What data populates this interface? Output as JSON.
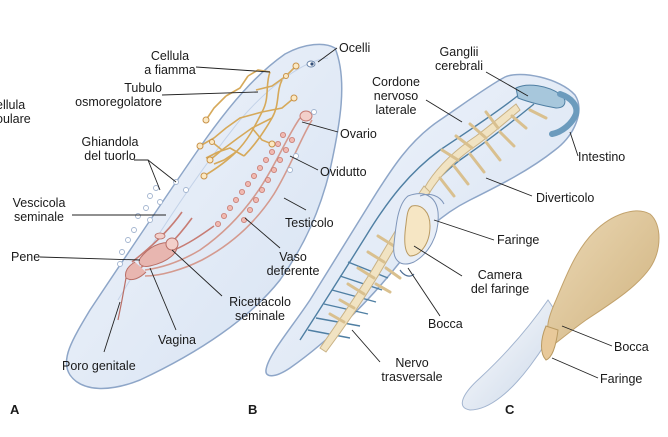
{
  "panel_a": {
    "letter": "A",
    "cut_label_line1": "ellula",
    "cut_label_line2": "oulare",
    "labels": {
      "ocelli": "Ocelli",
      "cellula_line1": "Cellula",
      "cellula_line2": "a fiamma",
      "tubulo_line1": "Tubulo",
      "tubulo_line2": "osmoregolatore",
      "ghiandola_line1": "Ghiandola",
      "ghiandola_line2": "del tuorlo",
      "ovario": "Ovario",
      "ovidutto": "Ovidutto",
      "vescicola_line1": "Vescicola",
      "vescicola_line2": "seminale",
      "testicolo": "Testicolo",
      "pene": "Pene",
      "vaso_line1": "Vaso",
      "vaso_line2": "deferente",
      "ricettacolo_line1": "Ricettacolo",
      "ricettacolo_line2": "seminale",
      "vagina": "Vagina",
      "poro": "Poro genitale"
    }
  },
  "panel_b": {
    "letter": "B",
    "labels": {
      "gangli_line1": "Ganglii",
      "gangli_line2": "cerebrali",
      "cordone_line1": "Cordone",
      "cordone_line2": "nervoso",
      "cordone_line3": "laterale",
      "intestino": "Intestino",
      "diverticolo": "Diverticolo",
      "faringe": "Faringe",
      "camera_line1": "Camera",
      "camera_line2": "del faringe",
      "bocca": "Bocca",
      "nervo_line1": "Nervo",
      "nervo_line2": "trasversale"
    }
  },
  "panel_c": {
    "letter": "C",
    "labels": {
      "bocca": "Bocca",
      "faringe": "Faringe"
    }
  },
  "colors": {
    "body_fill": "#e4ecf7",
    "body_stroke": "#8ea6c8",
    "gut": "#f1e3c2",
    "gut_stroke": "#c9b285",
    "repro": "#e8b6b0",
    "repro_dark": "#c77c74",
    "nerve": "#8fb7cf",
    "nerve_dark": "#4f7fa3",
    "worm_c": "#e2c99e"
  }
}
